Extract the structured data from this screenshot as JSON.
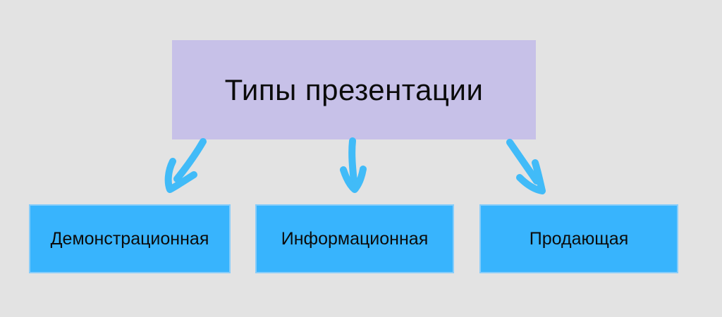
{
  "diagram": {
    "title": "Типы презентации",
    "children": [
      {
        "label": "Демонстрационная"
      },
      {
        "label": "Информационная"
      },
      {
        "label": "Продающая"
      }
    ],
    "colors": {
      "background": "#e3e3e3",
      "title_box": "#c7c1e8",
      "child_box": "#38b4fd",
      "arrow": "#41bbf8",
      "text": "#0b0b0b"
    }
  }
}
